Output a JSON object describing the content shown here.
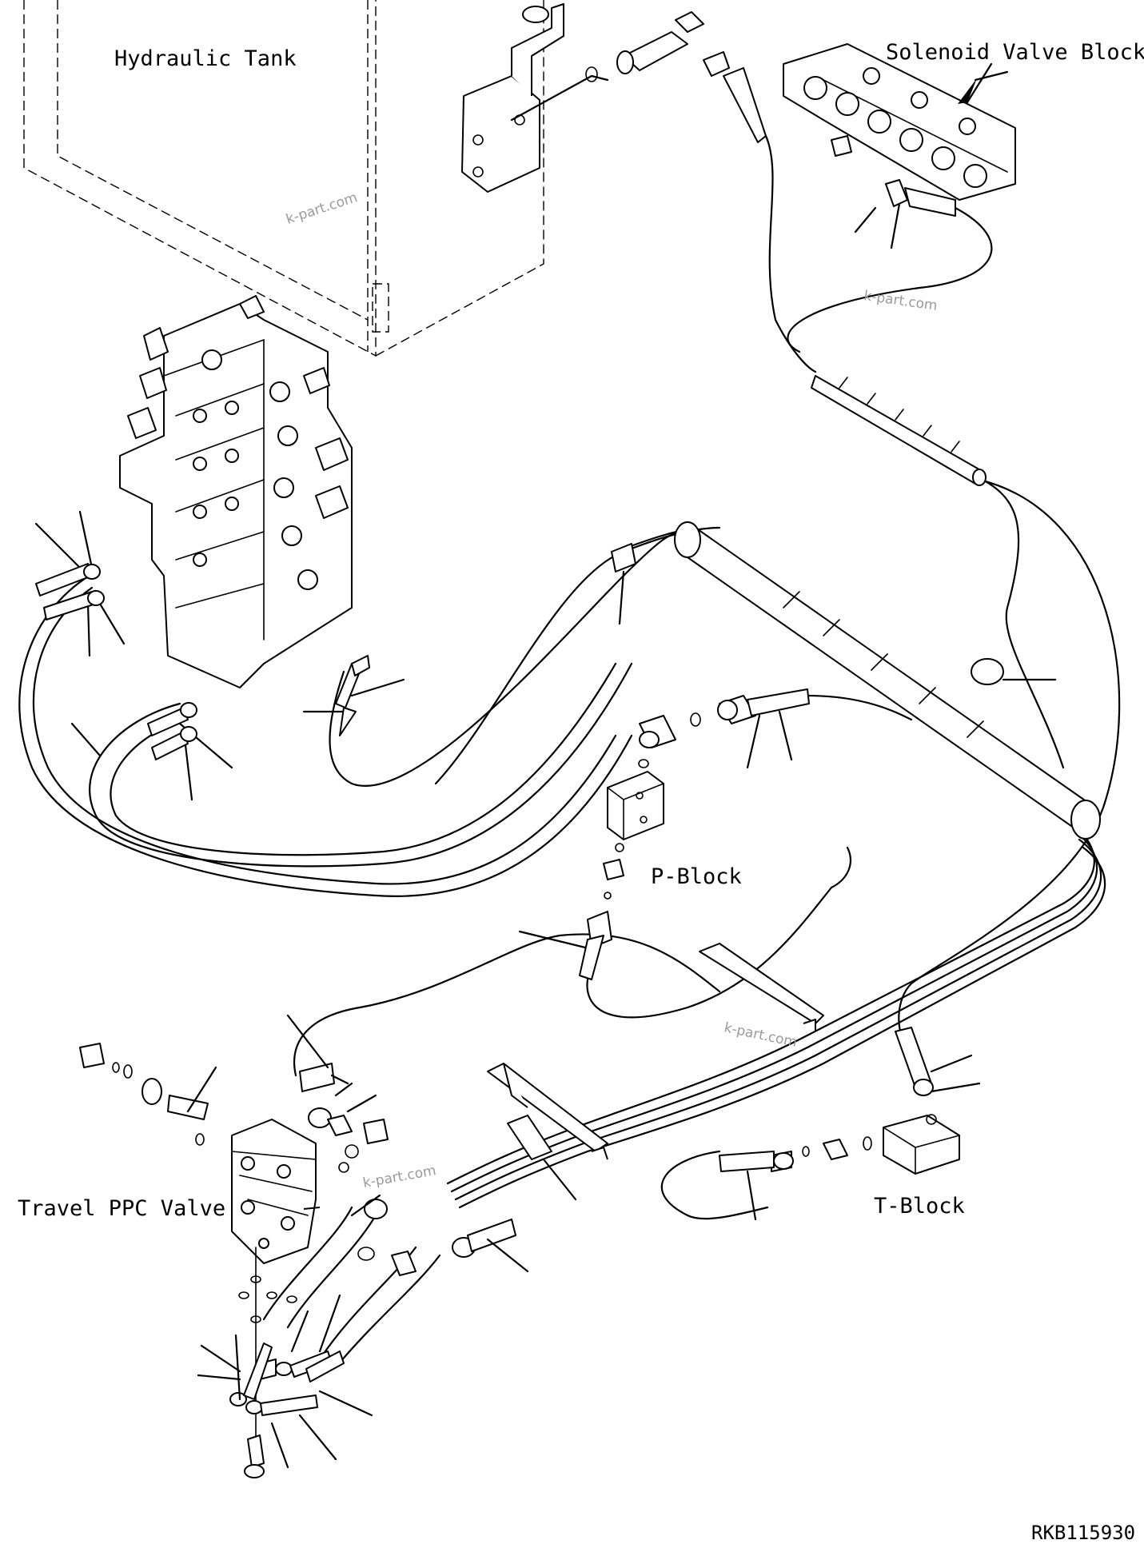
{
  "labels": {
    "hydraulic_tank": "Hydraulic Tank",
    "solenoid_valve_block": "Solenoid Valve Block",
    "p_block": "P-Block",
    "t_block": "T-Block",
    "travel_ppc_valve": "Travel PPC Valve"
  },
  "watermark": "k-part.com",
  "drawing_code": "RKB115930"
}
